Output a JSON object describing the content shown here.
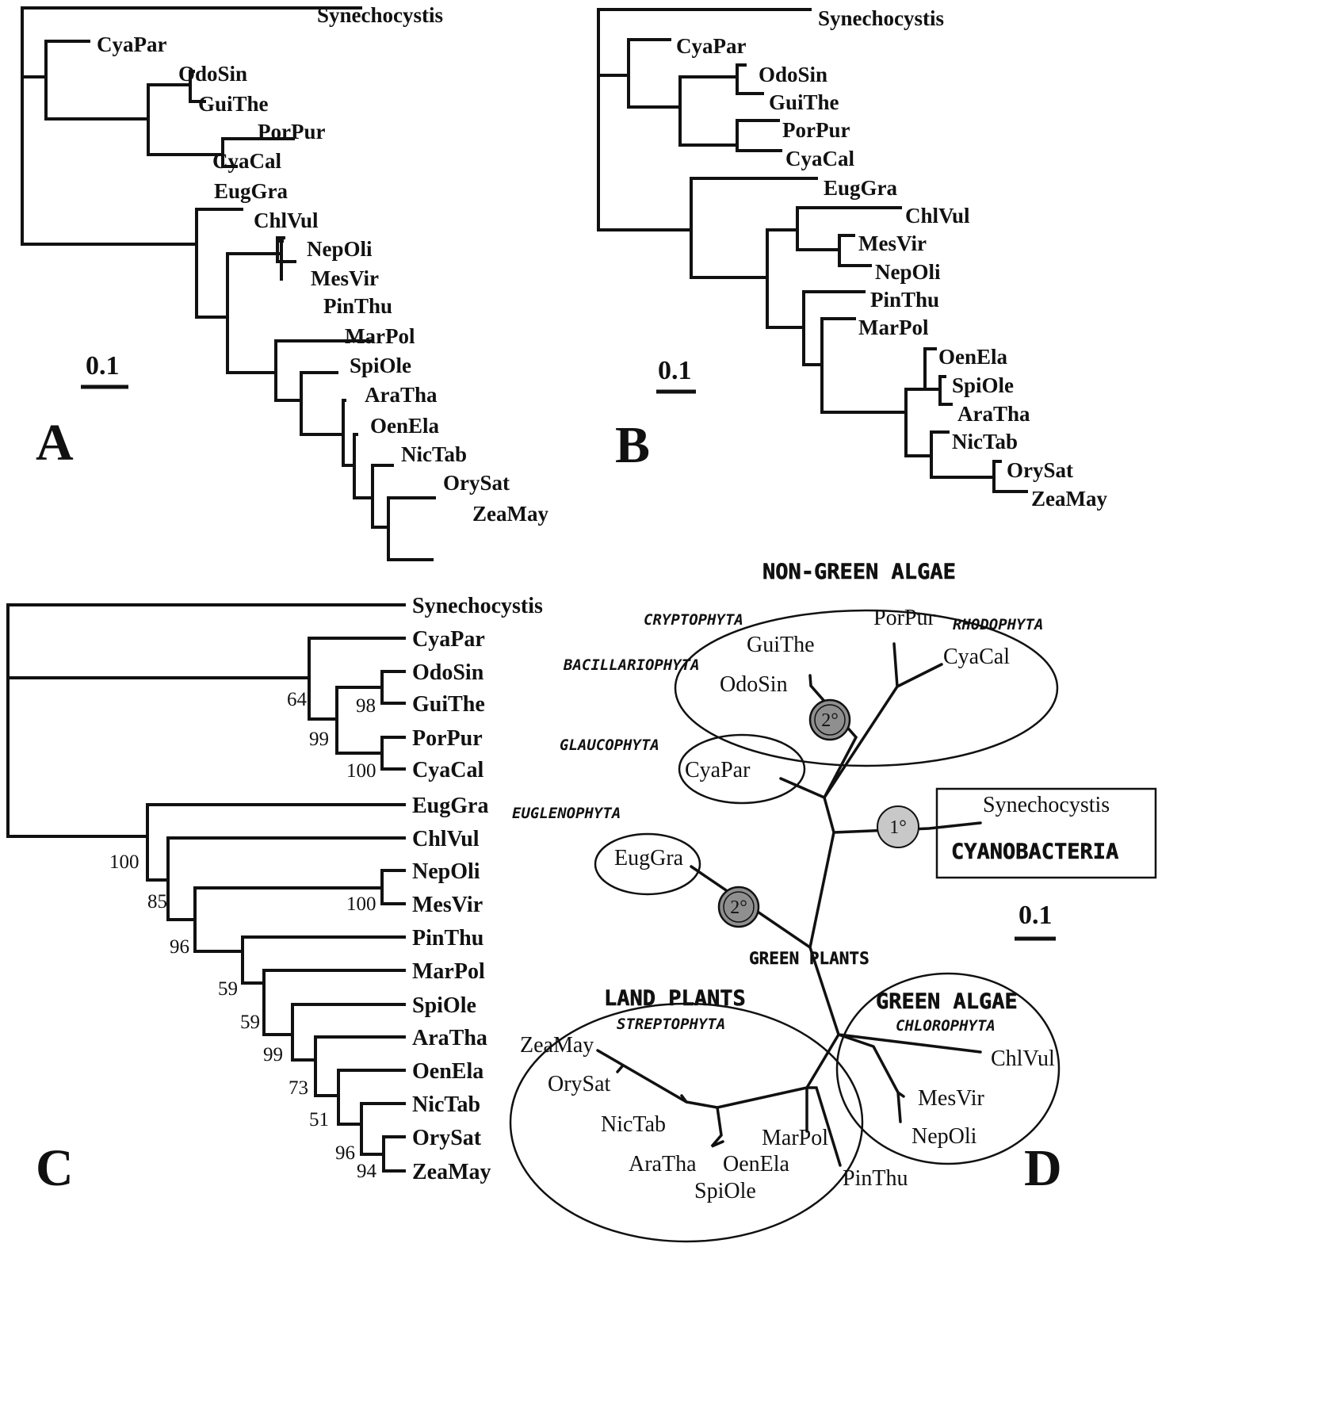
{
  "panel_a": {
    "letter": "A",
    "scale_label": "0.1",
    "taxa": [
      "Synechocystis",
      "CyaPar",
      "OdoSin",
      "GuiThe",
      "PorPur",
      "CyaCal",
      "EugGra",
      "ChlVul",
      "NepOli",
      "MesVir",
      "PinThu",
      "MarPol",
      "SpiOle",
      "AraTha",
      "OenEla",
      "NicTab",
      "OrySat",
      "ZeaMay"
    ]
  },
  "panel_b": {
    "letter": "B",
    "scale_label": "0.1",
    "taxa": [
      "Synechocystis",
      "CyaPar",
      "OdoSin",
      "GuiThe",
      "PorPur",
      "CyaCal",
      "EugGra",
      "ChlVul",
      "MesVir",
      "NepOli",
      "PinThu",
      "MarPol",
      "OenEla",
      "SpiOle",
      "AraTha",
      "NicTab",
      "OrySat",
      "ZeaMay"
    ]
  },
  "panel_c": {
    "letter": "C",
    "taxa": [
      "Synechocystis",
      "CyaPar",
      "OdoSin",
      "GuiThe",
      "PorPur",
      "CyaCal",
      "EugGra",
      "ChlVul",
      "NepOli",
      "MesVir",
      "PinThu",
      "MarPol",
      "SpiOle",
      "AraTha",
      "OenEla",
      "NicTab",
      "OrySat",
      "ZeaMay"
    ],
    "bootstrap": [
      "64",
      "98",
      "99",
      "100",
      "100",
      "85",
      "100",
      "96",
      "59",
      "59",
      "99",
      "73",
      "51",
      "96",
      "94"
    ]
  },
  "panel_d": {
    "letter": "D",
    "scale_label": "0.1",
    "groups": {
      "non_green": "NON-GREEN ALGAE",
      "cyanobacteria": "CYANOBACTERIA",
      "land_plants": "LAND PLANTS",
      "green_algae": "GREEN ALGAE",
      "green_plants": "GREEN PLANTS"
    },
    "phyla": {
      "cryptophyta": "CRYPTOPHYTA",
      "rhodophyta": "RHODOPHYTA",
      "bacillariophyta": "BACILLARIOPHYTA",
      "glaucophyta": "GLAUCOPHYTA",
      "euglenophyta": "EUGLENOPHYTA",
      "streptophyta": "STREPTOPHYTA",
      "chlorophyta": "CHLOROPHYTA"
    },
    "taxa": {
      "porpur": "PorPur",
      "guithe": "GuiThe",
      "cyacal": "CyaCal",
      "odosin": "OdoSin",
      "cyapar": "CyaPar",
      "synechocystis": "Synechocystis",
      "euggra": "EugGra",
      "zeamay": "ZeaMay",
      "orysat": "OrySat",
      "nictab": "NicTab",
      "aratha": "AraTha",
      "oenela": "OenEla",
      "spiole": "SpiOle",
      "marpol": "MarPol",
      "pinthu": "PinThu",
      "chlvul": "ChlVul",
      "mesvir": "MesVir",
      "nepoli": "NepOli"
    },
    "events": {
      "primary": "1°",
      "secondary_a": "2°",
      "secondary_b": "2°"
    }
  }
}
